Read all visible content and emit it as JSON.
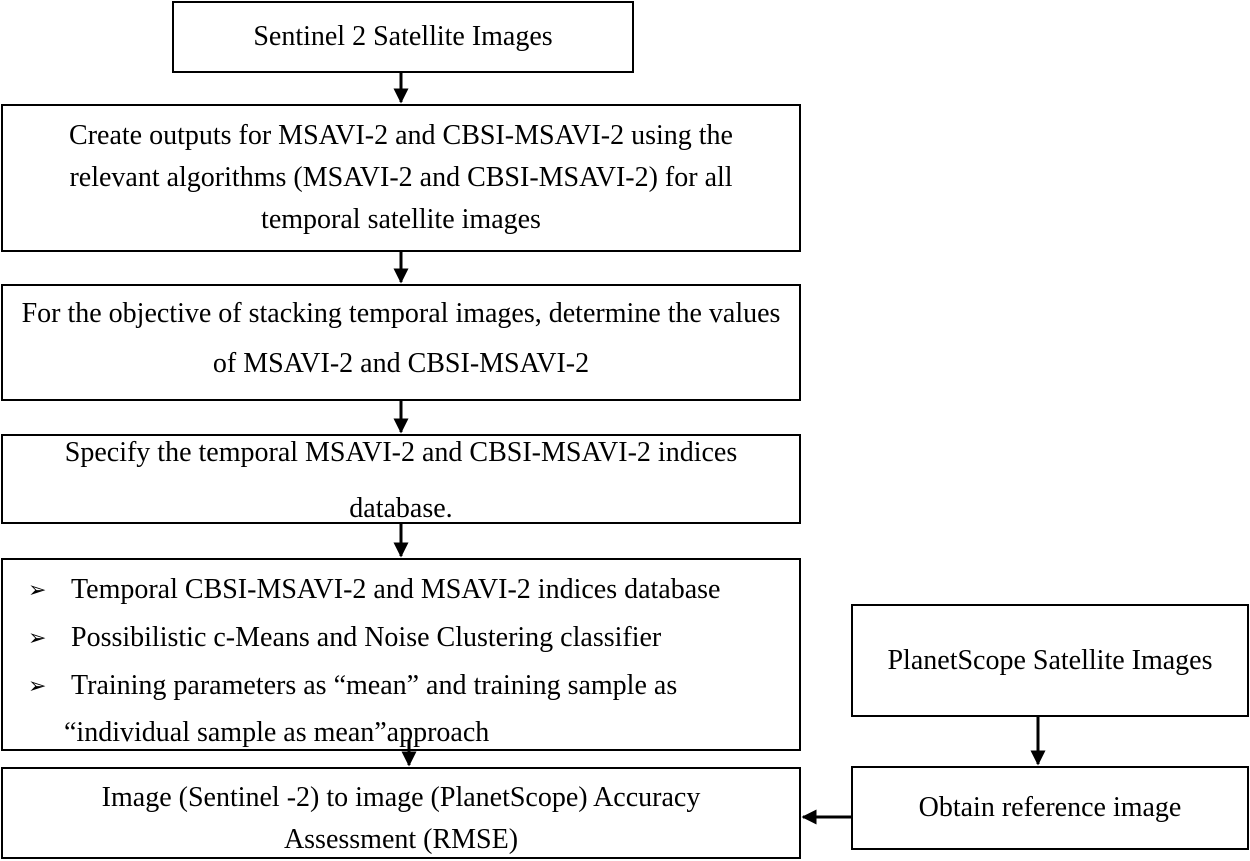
{
  "nodes": {
    "sentinel": "Sentinel 2 Satellite Images",
    "create_outputs": "Create outputs for MSAVI-2 and CBSI-MSAVI-2 using the relevant algorithms (MSAVI-2 and CBSI-MSAVI-2) for all temporal satellite images",
    "determine_values": "For the objective of stacking temporal images, determine the values of MSAVI-2 and CBSI-MSAVI-2",
    "specify_database": "Specify the temporal MSAVI-2 and CBSI-MSAVI-2 indices database.",
    "classification": {
      "bullet_symbol": "➢",
      "items": [
        "Temporal CBSI-MSAVI-2 and MSAVI-2 indices database",
        "Possibilistic c-Means and Noise Clustering classifier",
        "Training parameters as “mean” and training sample as",
        "“individual sample as mean”approach"
      ]
    },
    "accuracy": "Image (Sentinel -2) to image (PlanetScope) Accuracy Assessment (RMSE)",
    "planetscope": "PlanetScope Satellite Images",
    "reference": "Obtain reference image"
  }
}
